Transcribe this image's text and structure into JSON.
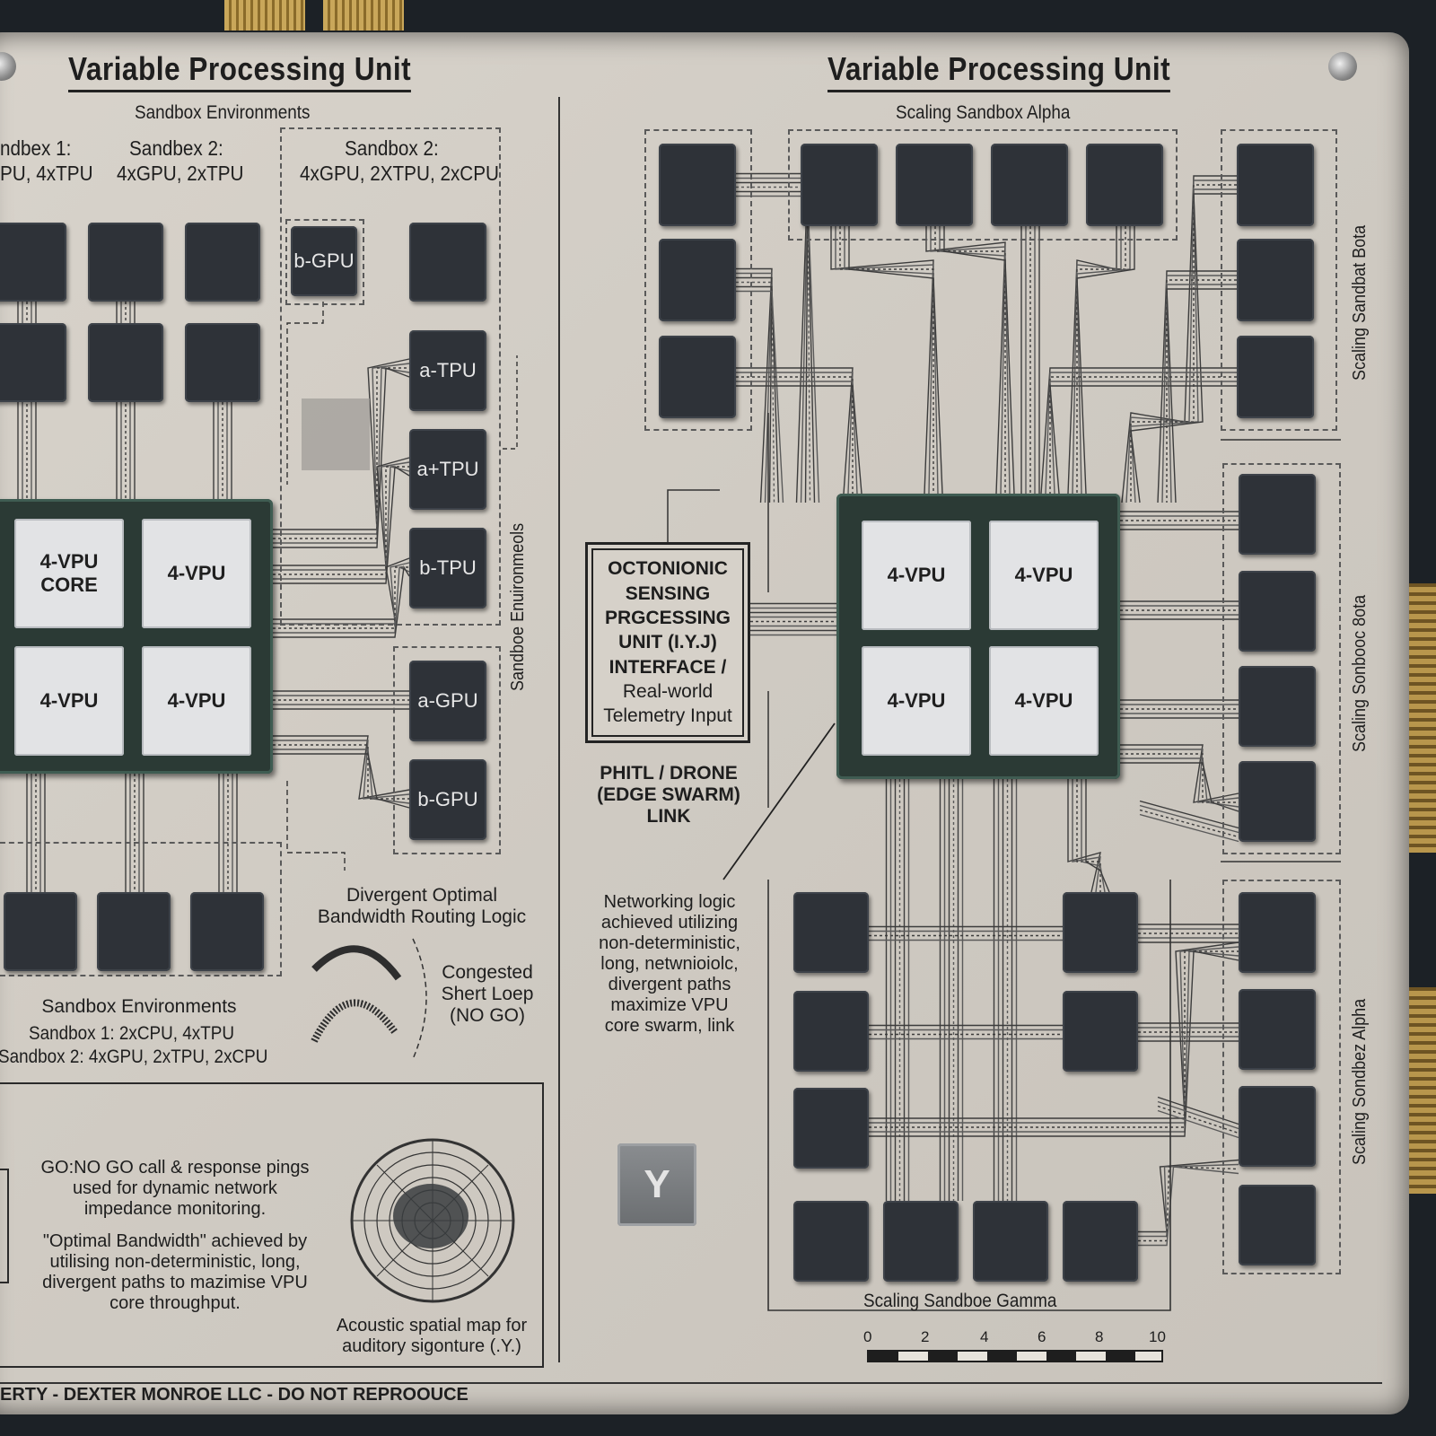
{
  "left_panel": {
    "title": "Variable Processing Unit",
    "top_section_label": "Sandbox Environments",
    "sandbox_labels": [
      {
        "name": "ndbex 1:",
        "spec": "PU, 4xTPU"
      },
      {
        "name": "Sandbex 2:",
        "spec": "4xGPU, 2xTPU"
      },
      {
        "name": "Sandbox 2:",
        "spec": "4xGPU, 2XTPU, 2xCPU"
      }
    ],
    "chip_labels": {
      "b_gpu_small": "b-GPU",
      "a_tpu_1": "a-TPU",
      "a_tpu_2": "a+TPU",
      "b_tpu": "b-TPU",
      "a_gpu": "a-GPU",
      "b_gpu": "b-GPU"
    },
    "vpu_cores": [
      "4-VPU\nCORE",
      "4-VPU",
      "4-VPU",
      "4-VPU"
    ],
    "side_label": "Sandboe Enuironmeols",
    "routing_label": "Divergent Optimal\nBandwidth Routing Logic",
    "congested_label": "Congested\nShert Loep\n(NO GO)",
    "bottom_section_label": "Sandbox Environments",
    "bottom_sandbox_lines": [
      "Sandbox 1: 2xCPU, 4xTPU",
      "Sandbox 2: 4xGPU, 2xTPU, 2xCPU"
    ],
    "go_text": "GO:NO GO call & response pings\nused for dynamic network\nimpedance monitoring.",
    "bandwidth_text": "\"Optimal Bandwidth\" achieved by\nutilising non-deterministic, long,\ndivergent paths to mazimise VPU\ncore throughput.",
    "acoustic_label": "Acoustic spatial map for\nauditory sigonture (.Y.)"
  },
  "right_panel": {
    "title": "Variable Processing Unit",
    "top_label": "Scaling Sandbox Alpha",
    "vpu_cores": [
      "4-VPU",
      "4-VPU",
      "4-VPU",
      "4-VPU"
    ],
    "interface_lines": [
      "OCTONIONIC",
      "SENSING",
      "PRGCESSING",
      "UNIT (I.Y.J)",
      "INTERFACE /",
      "Real-world",
      "Telemetry Input"
    ],
    "phitl_label": "PHITL / DRONE\n(EDGE SWARM)\nLINK",
    "networking_text": "Networking logic\nachieved utilizing\nnon-deterministic,\nlong, netwnioiolc,\ndivergent paths\nmaximize VPU\ncore swarm, link",
    "side_label_top": "Scaling Sandbat Bota",
    "side_label_mid": "Scaling Sonbooc 8ota",
    "side_label_bottom": "Scaling Sondbez Alpha",
    "gamma_label": "Scaling Sandboe Gamma",
    "y_tag": "Y",
    "scale_ticks": [
      "0",
      "2",
      "4",
      "6",
      "8",
      "10"
    ]
  },
  "footer": "ERTY - DEXTER MONROE LLC - DO NOT REPROOUCE"
}
